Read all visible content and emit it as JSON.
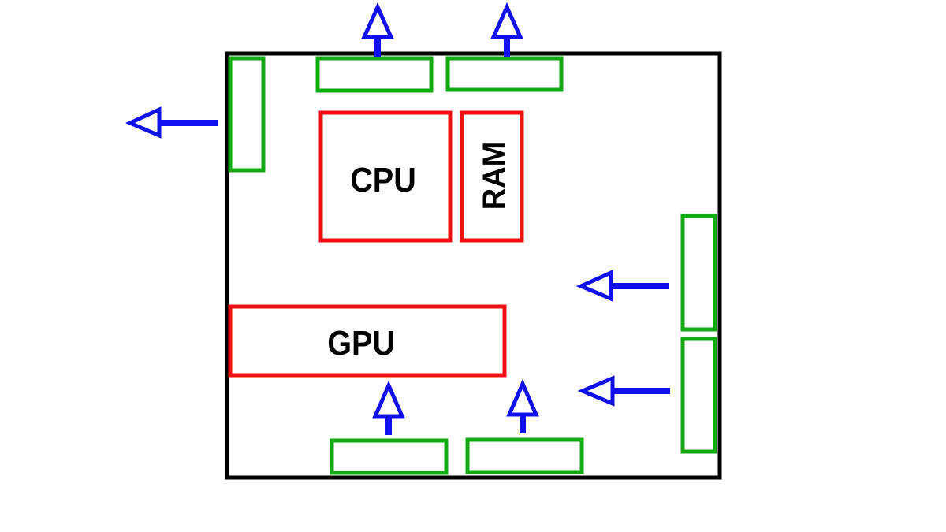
{
  "colors": {
    "case_outline": "#000000",
    "component_outline": "#ee1111",
    "fan_outline": "#11aa11",
    "airflow_arrow": "#1010ee",
    "label_text": "#000000",
    "background": "#ffffff"
  },
  "components": {
    "cpu": {
      "label": "CPU"
    },
    "ram": {
      "label": "RAM"
    },
    "gpu": {
      "label": "GPU"
    }
  },
  "fans": [
    {
      "location": "top-left"
    },
    {
      "location": "top-right"
    },
    {
      "location": "rear"
    },
    {
      "location": "front-upper"
    },
    {
      "location": "front-lower"
    },
    {
      "location": "bottom-left"
    },
    {
      "location": "bottom-right"
    }
  ],
  "airflow_arrows": [
    {
      "direction": "up"
    },
    {
      "direction": "up"
    },
    {
      "direction": "left"
    },
    {
      "direction": "left"
    },
    {
      "direction": "left"
    },
    {
      "direction": "up"
    },
    {
      "direction": "up"
    }
  ]
}
